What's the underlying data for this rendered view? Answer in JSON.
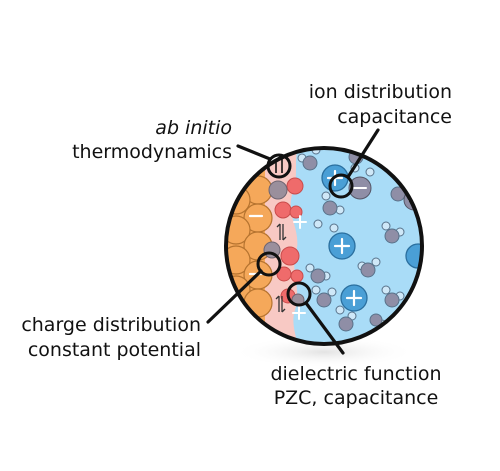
{
  "labels": {
    "ab_initio_italic": "ab initio",
    "thermodynamics": "thermodynamics",
    "ion_distribution": "ion distribution",
    "capacitance": "capacitance",
    "charge_distribution": "charge distribution",
    "constant_potential": "constant potential",
    "dielectric_function": "dielectric function",
    "pzc_capacitance": "PZC, capacitance"
  },
  "colors": {
    "electrode": "#f5a85a",
    "electrolyte": "#a9dcf7",
    "interface_glow": "#f8c9c4",
    "red_atom": "#ef6b6b",
    "cation": "#4a9fd6",
    "water_oxygen": "#8f8ea6",
    "outline": "#111111"
  },
  "icons": [
    "plus-sign",
    "minus-sign",
    "equilibrium-arrows"
  ]
}
